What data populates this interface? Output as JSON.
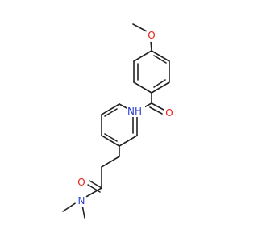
{
  "molecule": {
    "atoms": {
      "o_methoxy": {
        "label": "O",
        "color": "#e8201a"
      },
      "n_amide": {
        "label": "NH",
        "color": "#2f3fd1"
      },
      "o_amide_top": {
        "label": "O",
        "color": "#e8201a"
      },
      "o_amide_bottom": {
        "label": "O",
        "color": "#e8201a"
      },
      "n_dimethyl": {
        "label": "N",
        "color": "#2f3fd1"
      }
    }
  }
}
